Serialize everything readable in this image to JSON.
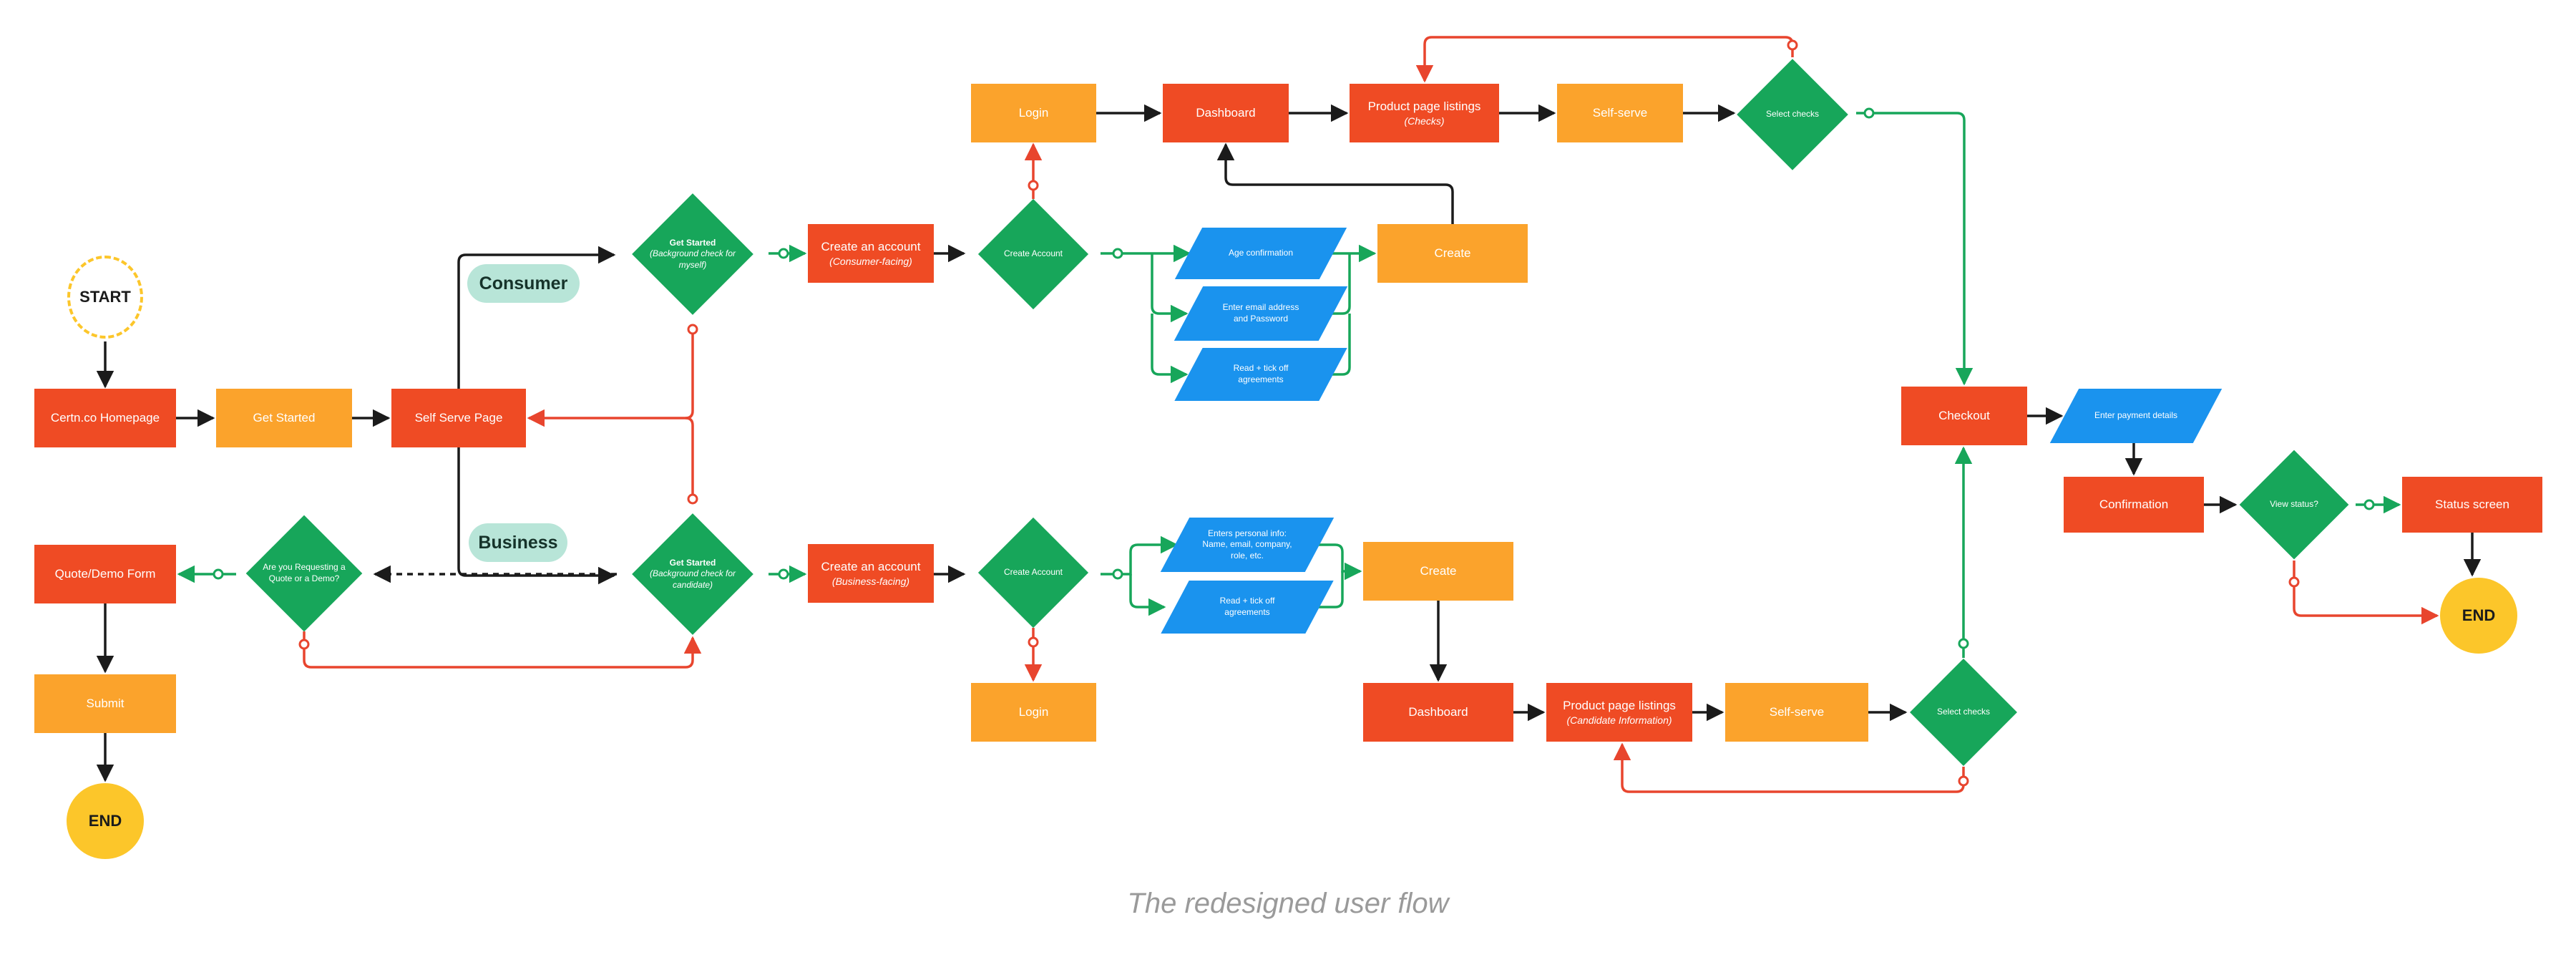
{
  "caption": "The redesigned user flow",
  "nodes": {
    "start": {
      "label": "START"
    },
    "end_left": {
      "label": "END"
    },
    "end_right": {
      "label": "END"
    },
    "homepage": {
      "label": "Certn.co Homepage"
    },
    "get_started_btn": {
      "label": "Get Started"
    },
    "self_serve": {
      "label": "Self Serve Page"
    },
    "quote_form": {
      "label": "Quote/Demo Form"
    },
    "submit": {
      "label": "Submit"
    },
    "quote_question": {
      "label": "Are you Requesting a Quote or a Demo?"
    },
    "gs_consumer": {
      "title": "Get Started",
      "sub": "(Background check for myself)"
    },
    "gs_business": {
      "title": "Get Started",
      "sub": "(Background check for candidate)"
    },
    "create_acc_c": {
      "label": "Create an account",
      "sub": "(Consumer-facing)"
    },
    "create_acc_b": {
      "label": "Create an account",
      "sub": "(Business-facing)"
    },
    "create_account_dc": {
      "label": "Create Account"
    },
    "create_account_db": {
      "label": "Create Account"
    },
    "login_top": {
      "label": "Login"
    },
    "login_bottom": {
      "label": "Login"
    },
    "dashboard_top": {
      "label": "Dashboard"
    },
    "dashboard_bottom": {
      "label": "Dashboard"
    },
    "ppl_top": {
      "label": "Product page listings",
      "sub": "(Checks)"
    },
    "ppl_bottom": {
      "label": "Product page listings",
      "sub": "(Candidate Information)"
    },
    "self_serve_top": {
      "label": "Self-serve"
    },
    "self_serve_bottom": {
      "label": "Self-serve"
    },
    "select_top": {
      "label": "Select checks"
    },
    "select_bottom": {
      "label": "Select checks"
    },
    "age": {
      "label": "Age confirmation"
    },
    "email": {
      "label": "Enter email address and Password"
    },
    "agree_c": {
      "label": "Read + tick off agreements"
    },
    "personal": {
      "label": "Enters personal info: Name, email, company, role, etc."
    },
    "agree_b": {
      "label": "Read + tick off agreements"
    },
    "create_c": {
      "label": "Create"
    },
    "create_b": {
      "label": "Create"
    },
    "checkout": {
      "label": "Checkout"
    },
    "payment": {
      "label": "Enter payment details"
    },
    "confirmation": {
      "label": "Confirmation"
    },
    "view_status": {
      "label": "View status?"
    },
    "status_screen": {
      "label": "Status screen"
    },
    "consumer_tag": {
      "label": "Consumer"
    },
    "business_tag": {
      "label": "Business"
    }
  },
  "colors": {
    "primary_red": "#ef4b24",
    "accent_orange": "#fba32c",
    "decision_green": "#17a65a",
    "io_blue": "#1a93ee",
    "terminal_yellow": "#fcc62a",
    "tag_mint": "#b8e5d8",
    "no_path_red": "#e8452e",
    "yes_path_green": "#17a65a",
    "default_edge": "#1b1b1b"
  }
}
